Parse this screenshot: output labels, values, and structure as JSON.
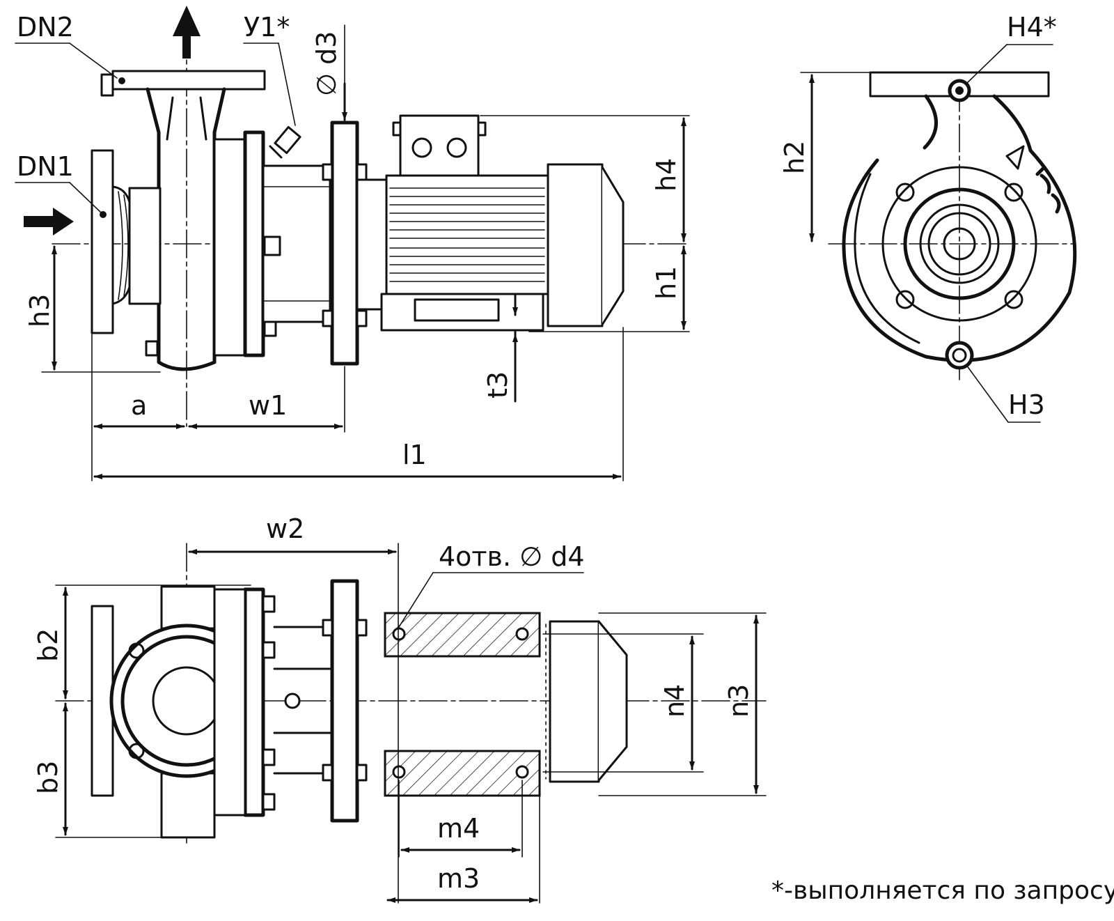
{
  "labels": {
    "dn2": "DN2",
    "dn1": "DN1",
    "y1": "У1*",
    "d3": "∅ d3",
    "h4": "h4",
    "h1": "h1",
    "h3": "h3",
    "t3": "t3",
    "a": "a",
    "w1": "w1",
    "l1": "l1",
    "h2": "h2",
    "H4": "H4*",
    "H3": "H3",
    "w2": "w2",
    "holes": "4отв. ∅ d4",
    "b2": "b2",
    "b3": "b3",
    "n4": "n4",
    "n3": "n3",
    "m4": "m4",
    "m3": "m3"
  },
  "footnote": "*-выполняется по запросу",
  "colors": {
    "line": "#111111",
    "background": "#ffffff"
  }
}
